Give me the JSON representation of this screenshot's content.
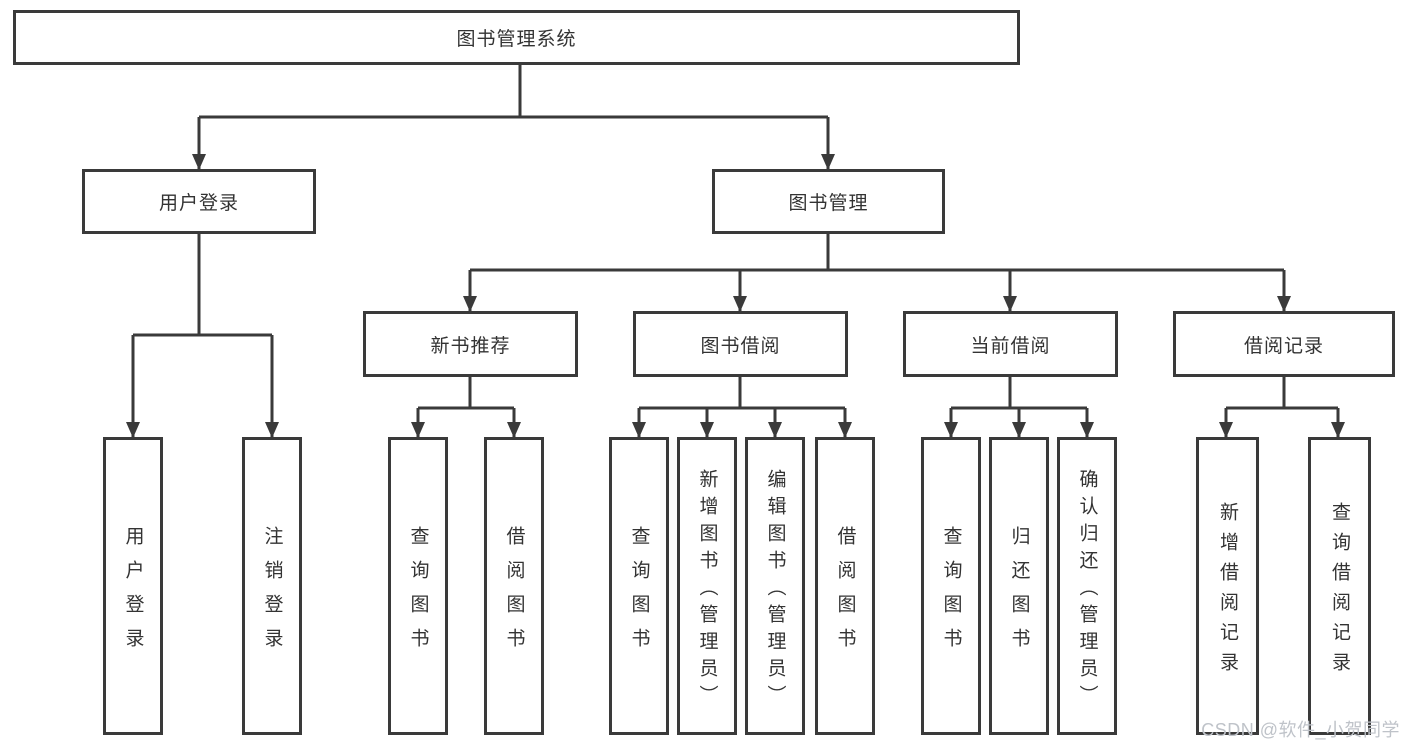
{
  "diagram": {
    "root": {
      "label": "图书管理系统"
    },
    "branches": {
      "user_login": {
        "label": "用户登录",
        "children": [
          "用户登录",
          "注销登录"
        ]
      },
      "book_mgmt": {
        "label": "图书管理"
      }
    },
    "modules": {
      "new_books": {
        "label": "新书推荐",
        "children": [
          "查询图书",
          "借阅图书"
        ]
      },
      "borrow": {
        "label": "图书借阅",
        "children": [
          "查询图书",
          "新增图书（管理员）",
          "编辑图书（管理员）",
          "借阅图书"
        ]
      },
      "current": {
        "label": "当前借阅",
        "children": [
          "查询图书",
          "归还图书",
          "确认归还（管理员）"
        ]
      },
      "records": {
        "label": "借阅记录",
        "children": [
          "新增借阅记录",
          "查询借阅记录"
        ]
      }
    }
  },
  "watermark": "CSDN @软件_小贺同学",
  "colors": {
    "line": "#3a3a3a",
    "box_border": "#3a3a3a",
    "text": "#333333",
    "background": "#ffffff",
    "watermark": "#bfc3c9"
  }
}
